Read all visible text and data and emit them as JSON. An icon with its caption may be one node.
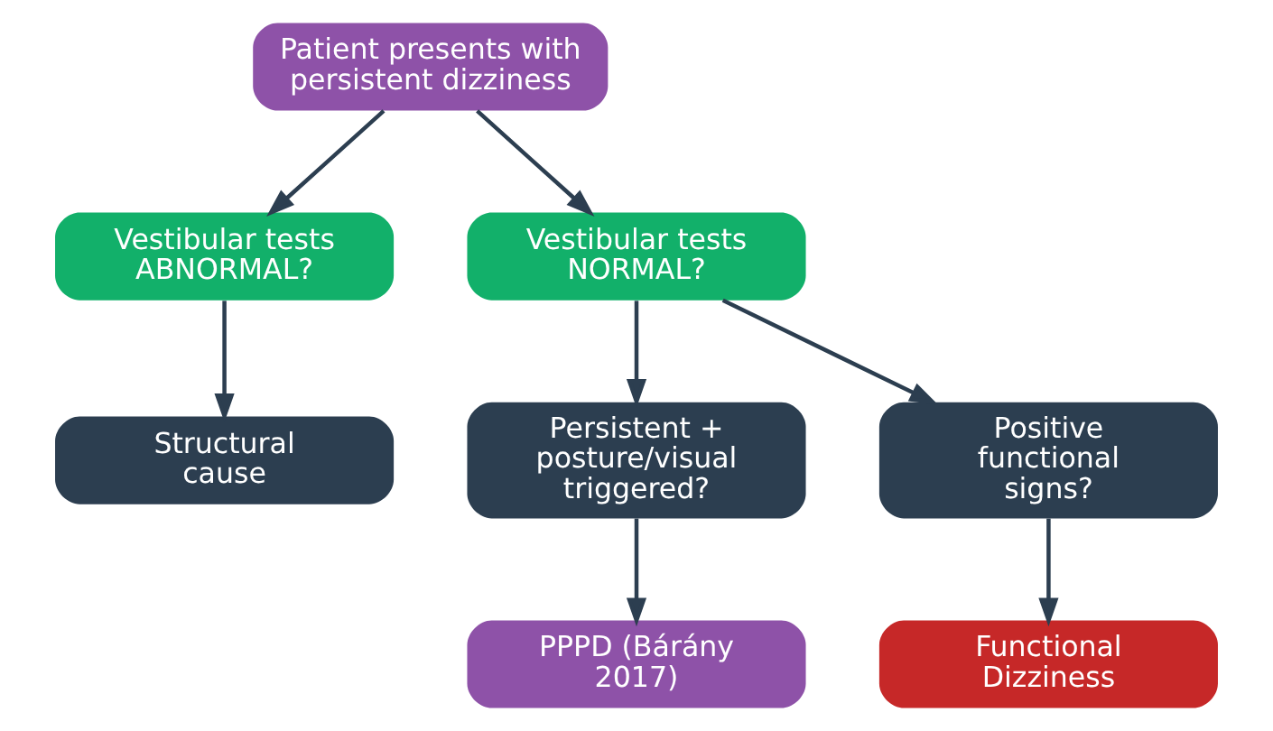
{
  "diagram": {
    "nodes": [
      {
        "text": [
          "Patient presents with persistent dizziness"
        ]
      },
      {
        "text": [
          "Vestibular tests ABNORMAL?"
        ]
      },
      {
        "text": [
          "Vestibular tests NORMAL?"
        ]
      },
      {
        "text": [
          "Structural cause"
        ]
      },
      {
        "text": [
          "Persistent + posture/visual triggered?"
        ]
      },
      {
        "text": [
          "Positive functional signs?"
        ]
      },
      {
        "text": [
          "PPPD (Bárány 2017)"
        ]
      },
      {
        "text": [
          "Functional Dizziness"
        ]
      }
    ],
    "edges": [
      {
        "from": 0,
        "to": 1,
        "arrow": "to"
      },
      {
        "from": 0,
        "to": 2,
        "arrow": "to"
      },
      {
        "from": 1,
        "to": 3,
        "arrow": "to"
      },
      {
        "from": 2,
        "to": 4,
        "arrow": "to"
      },
      {
        "from": 2,
        "to": 5,
        "arrow": "to"
      },
      {
        "from": 4,
        "to": 6,
        "arrow": "to"
      },
      {
        "from": 5,
        "to": 7,
        "arrow": "to"
      }
    ]
  }
}
